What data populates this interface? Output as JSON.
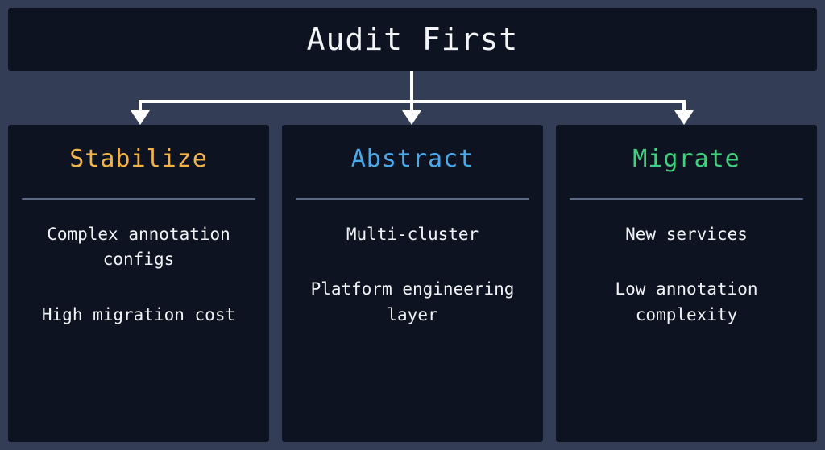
{
  "theme": {
    "background": "#333e56",
    "panel_background": "#0d1320",
    "divider": "#5d6a85",
    "connector": "#ffffff",
    "text": "#f0f2f6"
  },
  "title": {
    "text": "Audit First"
  },
  "columns": [
    {
      "heading": "Stabilize",
      "heading_color": "#f0b34a",
      "items": [
        "Complex annotation configs",
        "High migration cost"
      ]
    },
    {
      "heading": "Abstract",
      "heading_color": "#49a9ea",
      "items": [
        "Multi-cluster",
        "Platform engineering layer"
      ]
    },
    {
      "heading": "Migrate",
      "heading_color": "#3ecf7f",
      "items": [
        "New services",
        "Low annotation complexity"
      ]
    }
  ],
  "connectors": {
    "count": 3,
    "style": "arrow-down",
    "color": "#ffffff"
  }
}
